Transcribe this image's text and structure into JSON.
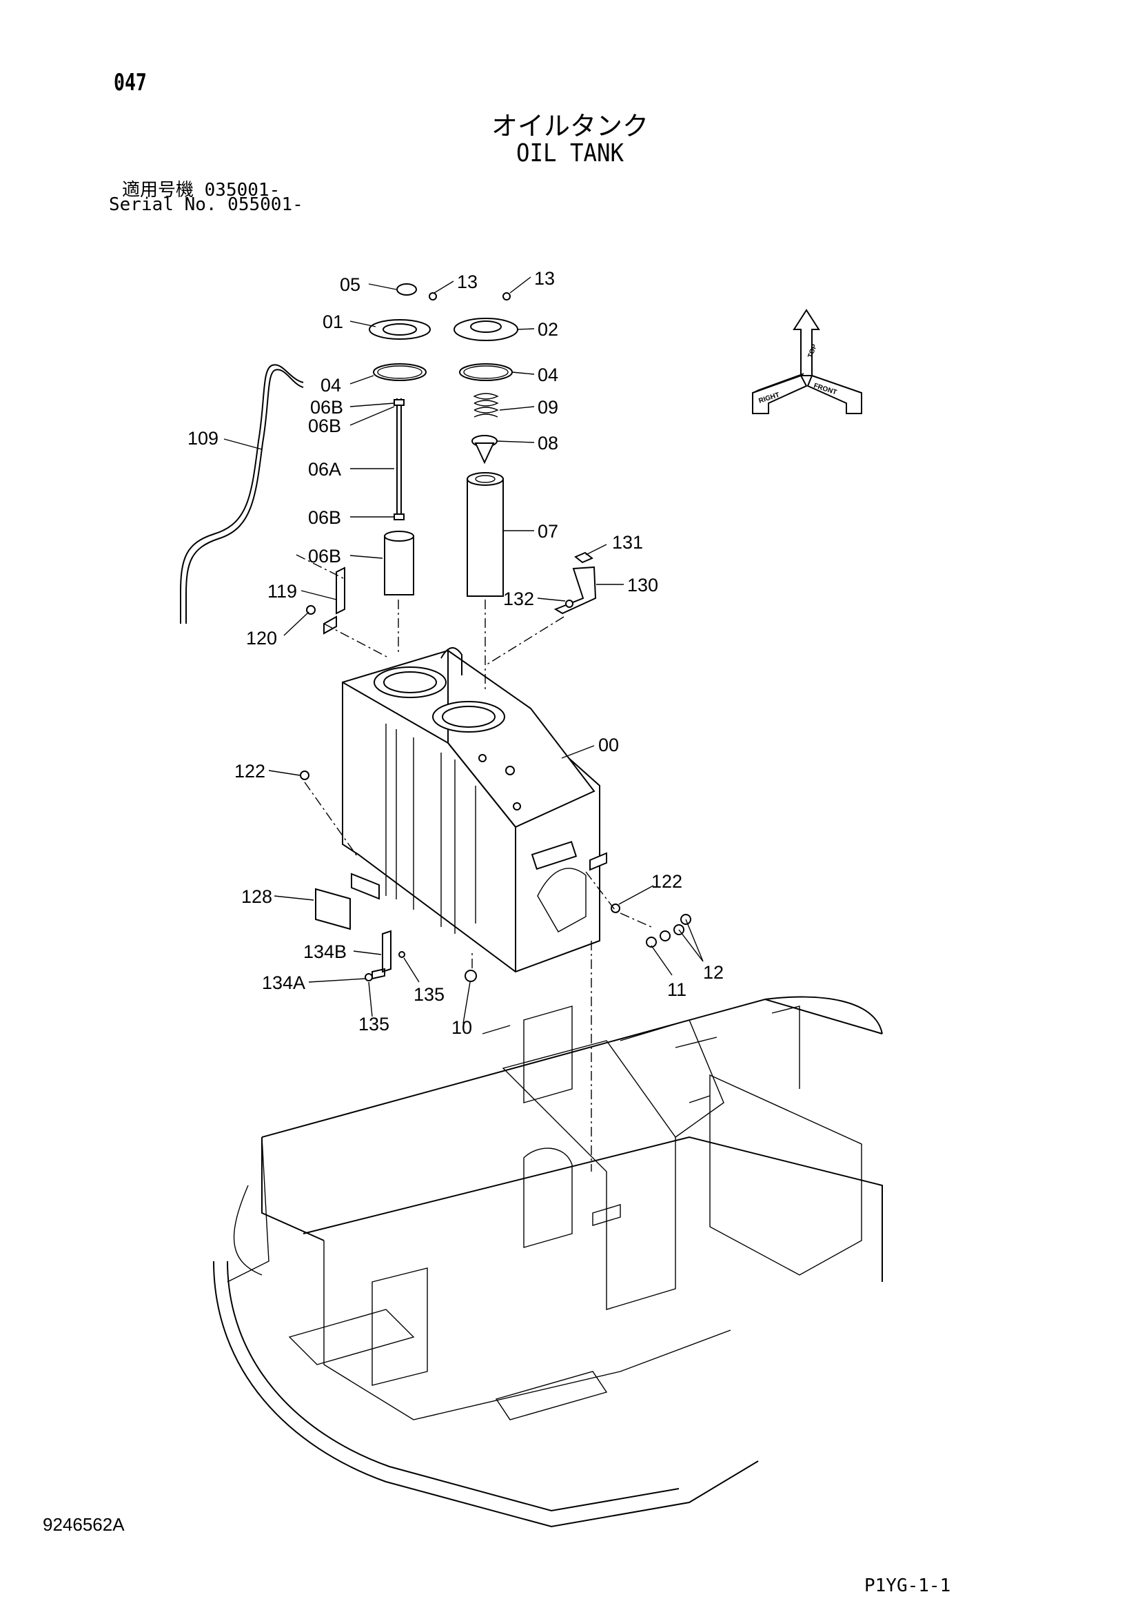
{
  "header": {
    "page_number": "047",
    "title_jp": "オイルタンク",
    "title_en": "OIL TANK",
    "serial_line_1": "適用号機  035001-",
    "serial_line_2": "Serial No. 055001-"
  },
  "footer": {
    "drawing_number": "9246562A",
    "page_ref": "P1YG-1-1"
  },
  "orientation_indicator": {
    "top": "TOP",
    "right": "RIGHT",
    "front": "FRONT"
  },
  "callouts": [
    "05",
    "13",
    "13",
    "01",
    "02",
    "04",
    "04",
    "06B",
    "06B",
    "09",
    "109",
    "08",
    "06A",
    "06B",
    "07",
    "06B",
    "131",
    "119",
    "130",
    "132",
    "120",
    "00",
    "122",
    "122",
    "128",
    "12",
    "134B",
    "11",
    "134A",
    "135",
    "135",
    "10"
  ]
}
